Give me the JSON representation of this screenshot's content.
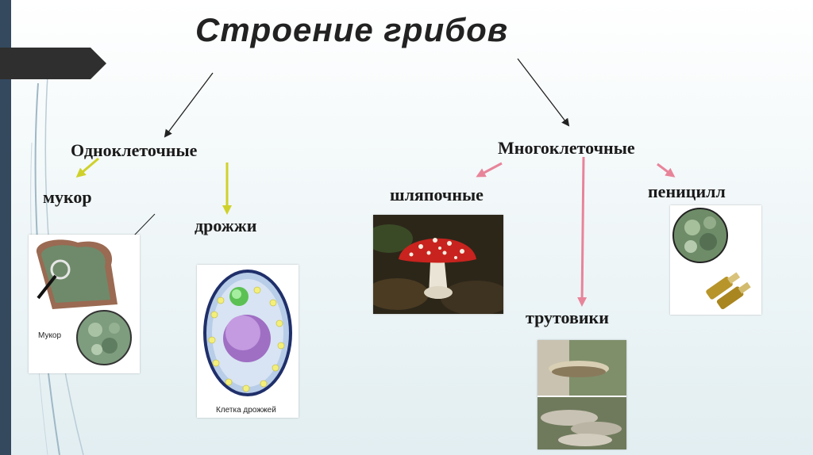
{
  "title": "Строение грибов",
  "groups": {
    "unicellular": {
      "label": "Одноклеточные",
      "items": [
        {
          "label": "мукор",
          "caption": "Мукор"
        },
        {
          "label": "дрожжи",
          "caption": "Клетка дрожжей"
        }
      ]
    },
    "multicellular": {
      "label": "Многоклеточные",
      "items": [
        {
          "label": "шляпочные"
        },
        {
          "label": "трутовики"
        },
        {
          "label": "пеницилл"
        }
      ]
    }
  },
  "colors": {
    "tab": "#2f2f2f",
    "arrow_black": "#222222",
    "arrow_yellow": "#cfd12a",
    "arrow_pink": "#e8849a",
    "yeast_outer": "#b8cde8",
    "yeast_nucleus": "#b989d6",
    "yeast_vacuole": "#8fe08a",
    "yeast_dots": "#f3ef7a"
  },
  "icons": [
    "bread-mold-image",
    "mucor-closeup-image",
    "yeast-cell-image",
    "fly-agaric-image",
    "tinder-fungus-image",
    "penicillium-image"
  ]
}
